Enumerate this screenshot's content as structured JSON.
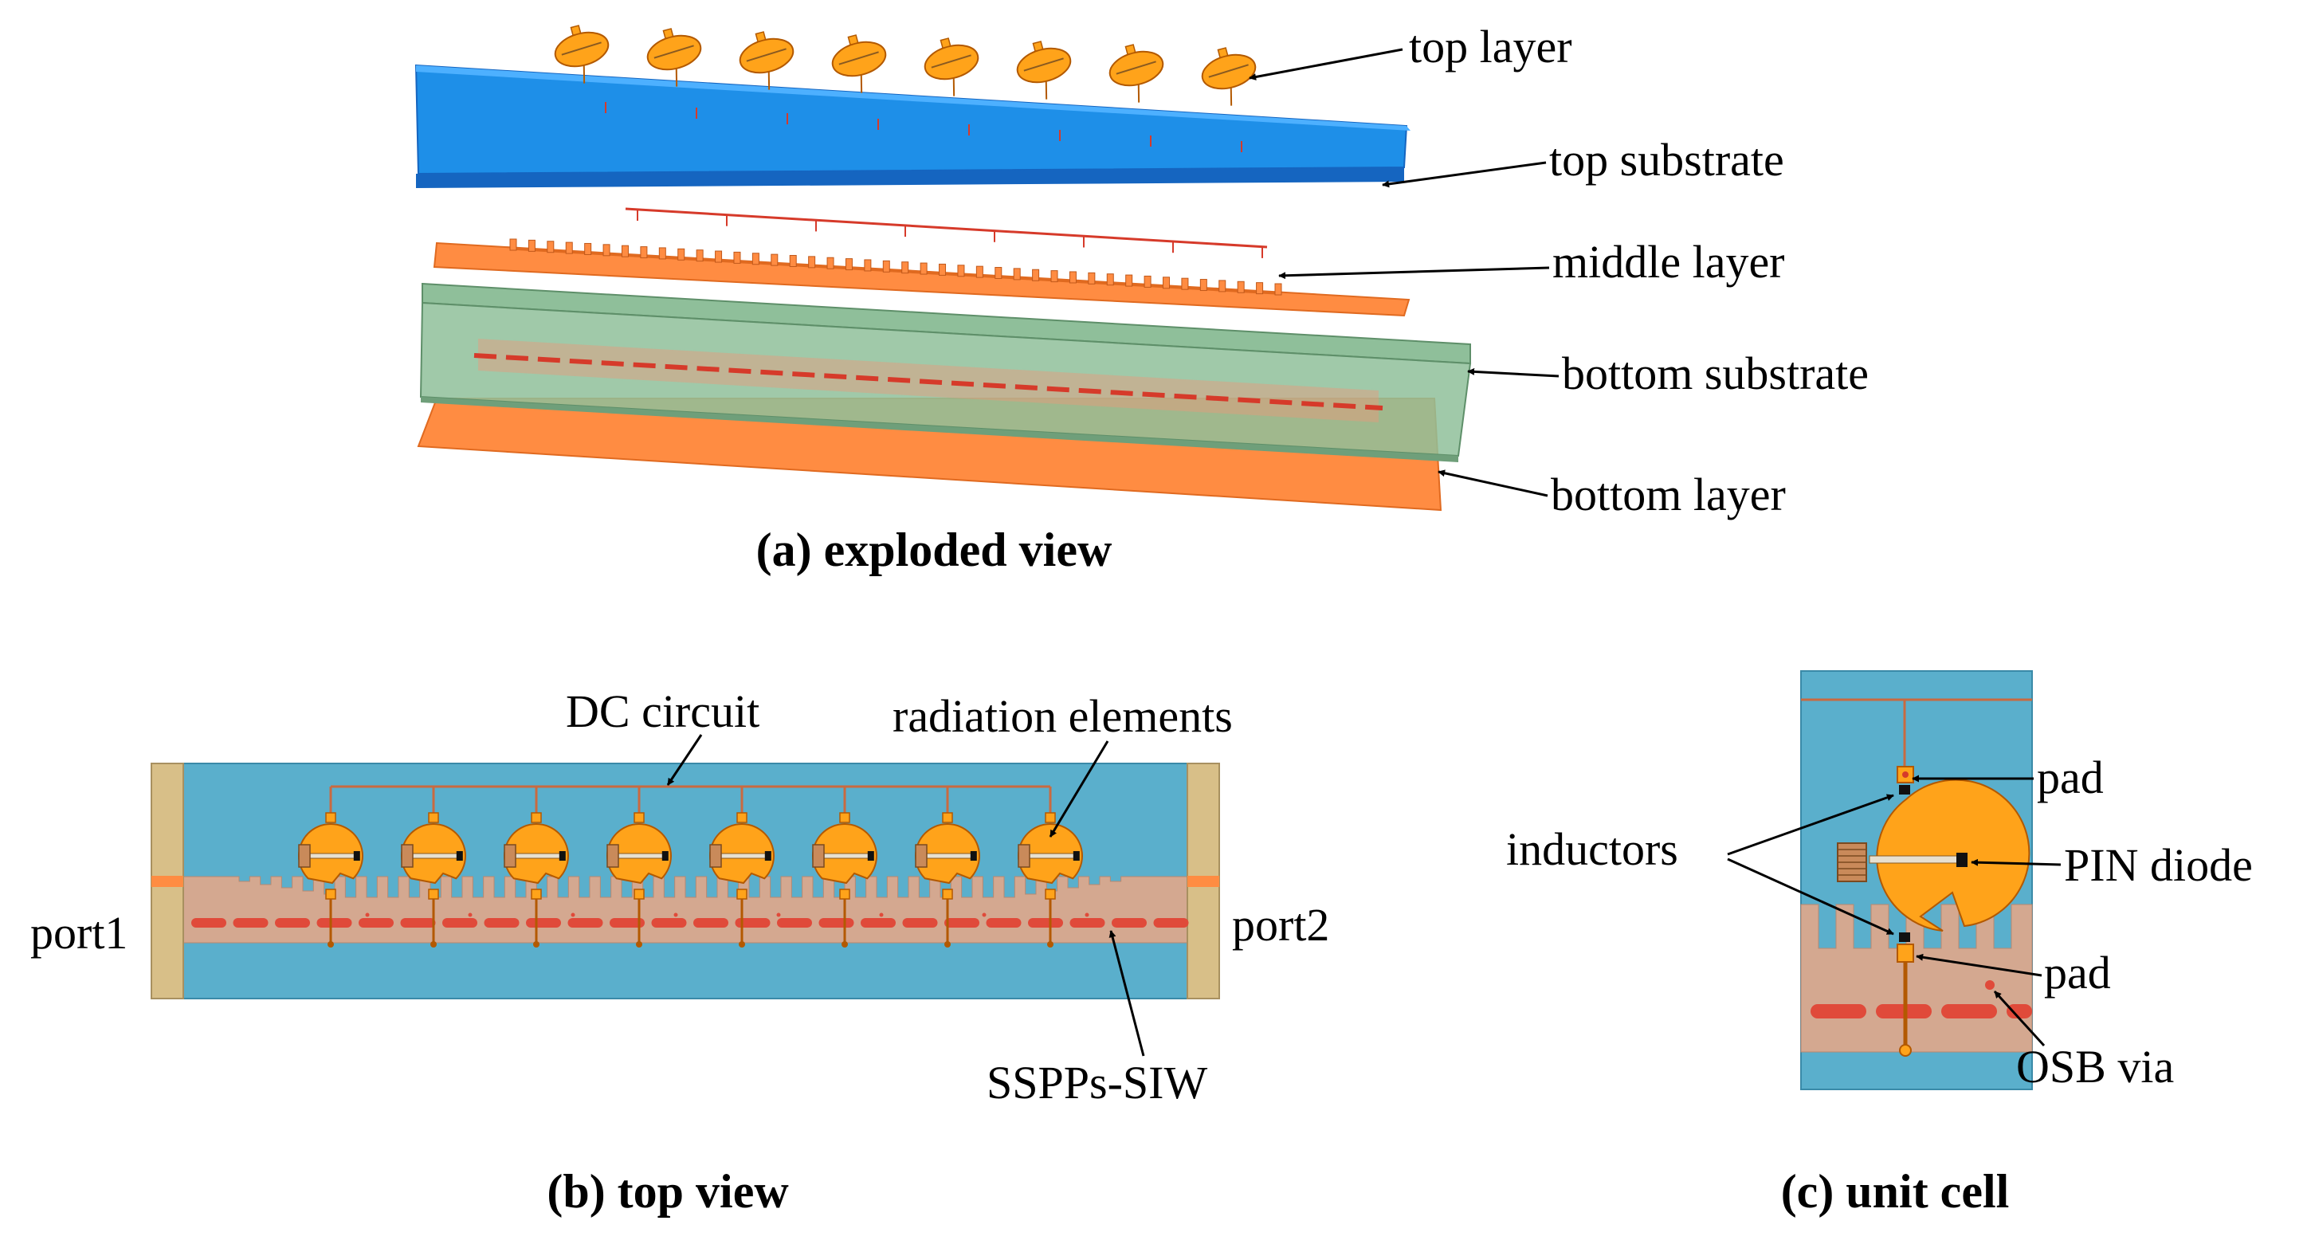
{
  "figure": {
    "panel_a": {
      "caption": "(a) exploded view",
      "labels": {
        "top_layer": "top layer",
        "top_substrate": "top substrate",
        "middle_layer": "middle layer",
        "bottom_substrate": "bottom substrate",
        "bottom_layer": "bottom layer"
      }
    },
    "panel_b": {
      "caption": "(b) top view",
      "labels": {
        "dc_circuit": "DC circuit",
        "radiation_elements": "radiation elements",
        "port1": "port1",
        "port2": "port2",
        "sspps_siw": "SSPPs-SIW"
      }
    },
    "panel_c": {
      "caption": "(c) unit cell",
      "labels": {
        "pad_top": "pad",
        "pad_bottom": "pad",
        "inductors": "inductors",
        "pin_diode": "PIN diode",
        "osb_via": "OSB via"
      }
    },
    "counts": {
      "radiation_elements": 8,
      "siw_slots": 24,
      "sspp_teeth": 42
    },
    "colors": {
      "copper": "#ff8c42",
      "patch": "#ffa31a",
      "patch_stroke": "#b35900",
      "top_substrate": "#2196f3",
      "top_substrate_dark": "#1565c0",
      "bottom_substrate": "#8fbf9a",
      "board_blue": "#5aafcc",
      "sspp_tan": "#d4a890",
      "port_tan": "#d8bf88",
      "via_red": "#e04a3a",
      "dc_line": "#c96a40"
    }
  }
}
